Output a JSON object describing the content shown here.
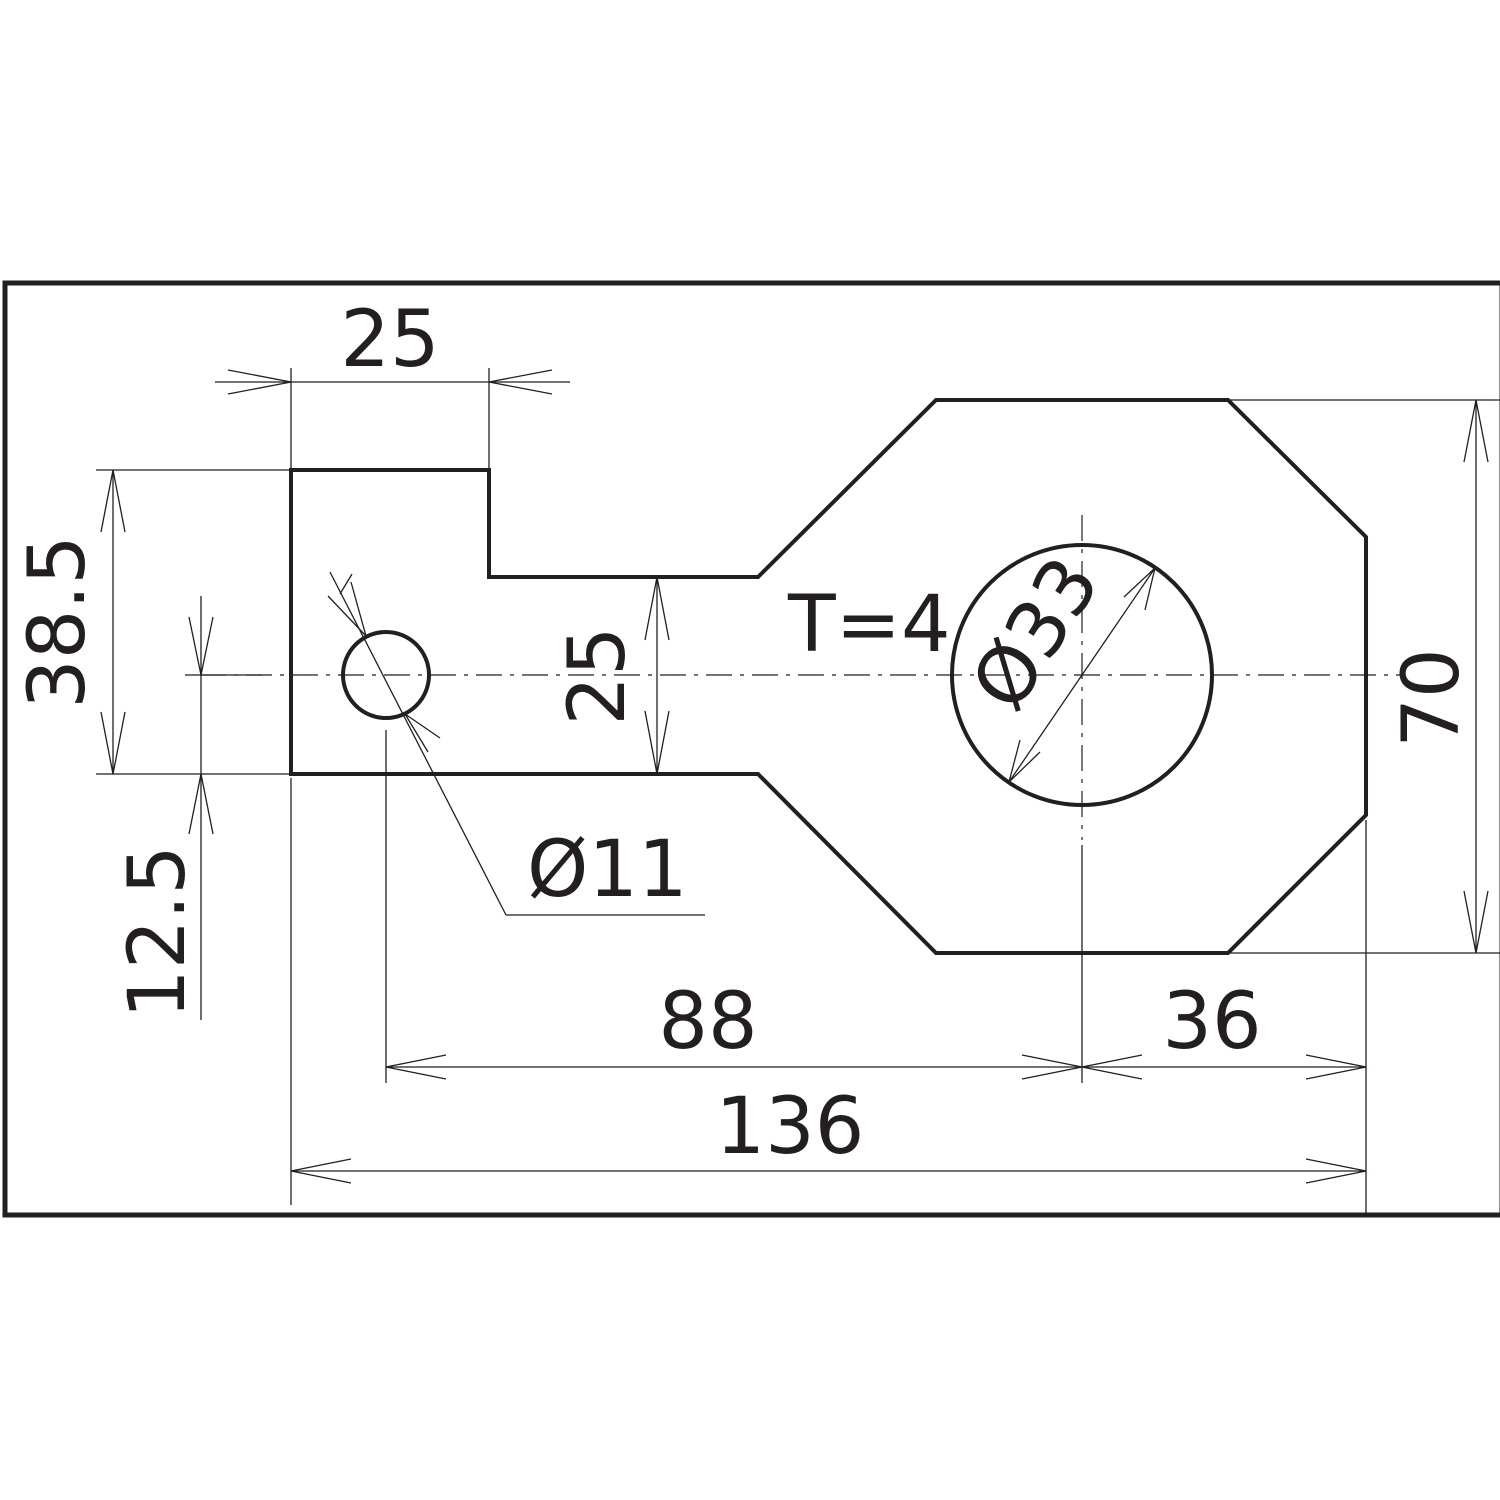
{
  "drawing": {
    "thickness_note": "T=4",
    "dimensions": {
      "tab_width": "25",
      "tab_height": "38.5",
      "hole_offset_bottom": "12.5",
      "neck_width": "25",
      "small_hole_diameter": "Ø11",
      "large_hole_diameter": "Ø33",
      "plate_height": "70",
      "hole_spacing": "88",
      "edge_to_large_hole": "36",
      "overall_length": "136"
    }
  }
}
